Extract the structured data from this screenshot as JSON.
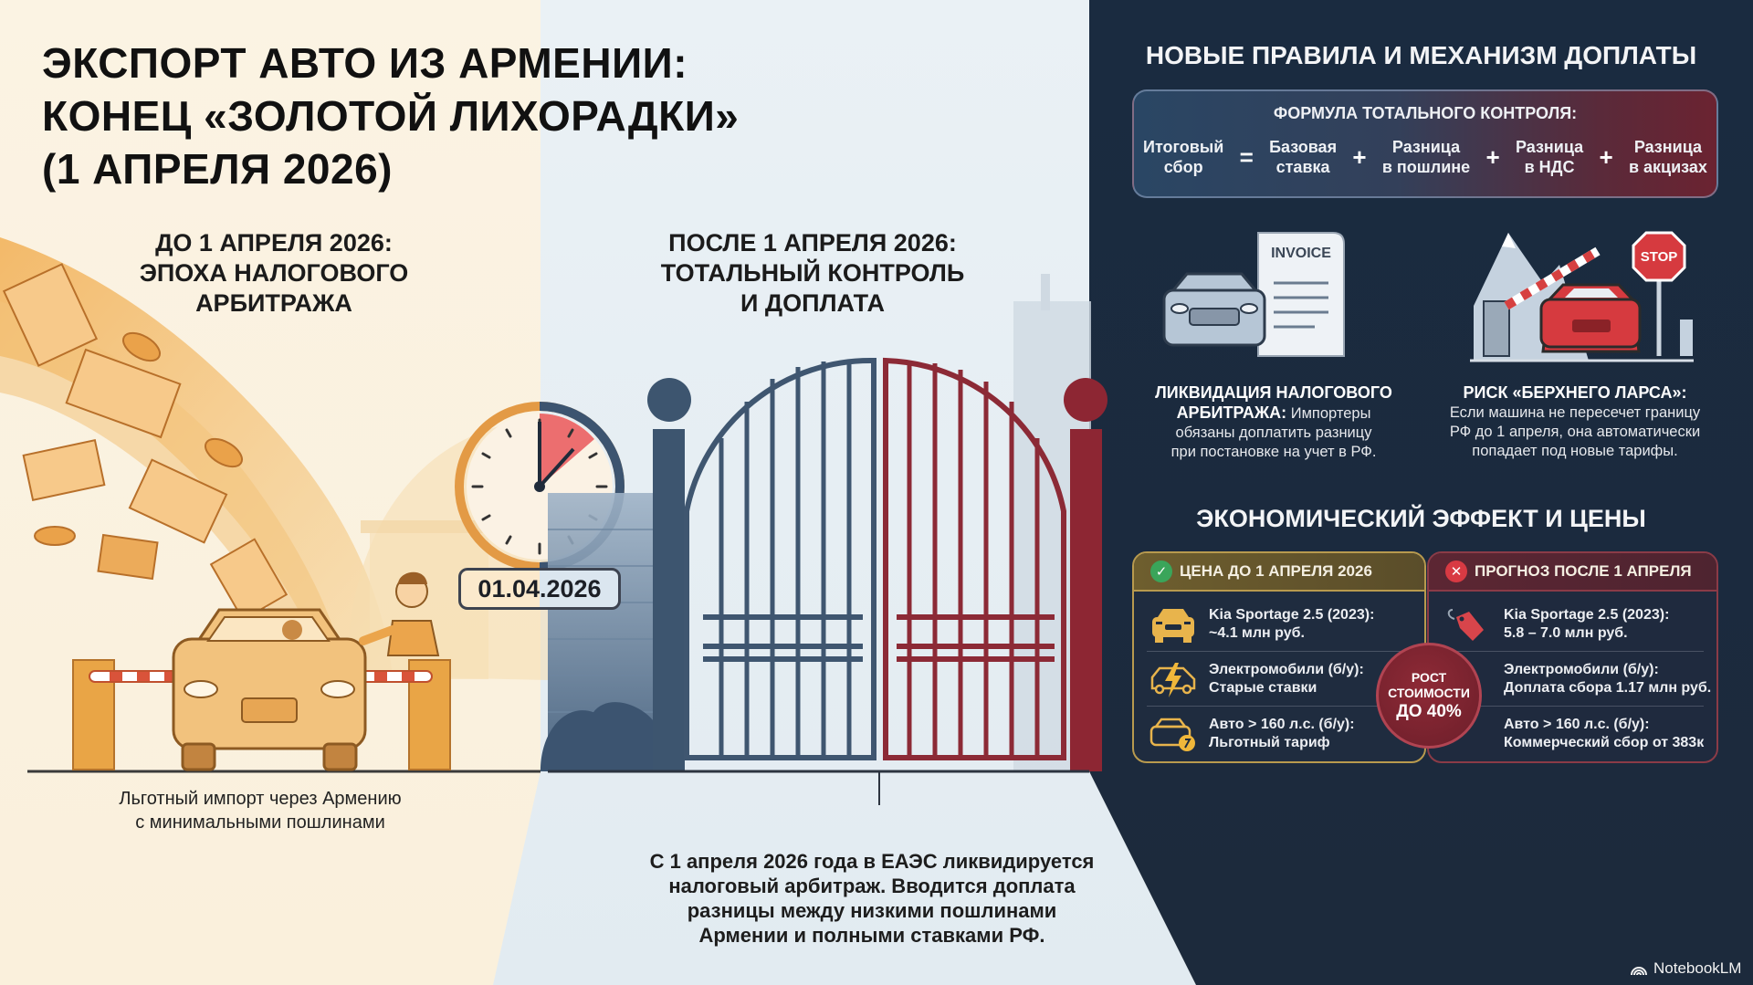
{
  "title": {
    "lines": [
      "ЭКСПОРТ АВТО ИЗ АРМЕНИИ:",
      "КОНЕЦ «ЗОЛОТОЙ ЛИХОРАДКИ»",
      "(1 АПРЕЛЯ 2026)"
    ]
  },
  "before": {
    "heading": [
      "ДО 1 АПРЕЛЯ 2026:",
      "ЭПОХА НАЛОГОВОГО",
      "АРБИТРАЖА"
    ],
    "caption": [
      "Льготный импорт через Армению",
      "с минимальными пошлинами"
    ],
    "illustration": "money-flow-car-barrier"
  },
  "transition": {
    "date": "01.04.2026",
    "clock_icon": "clock-icon"
  },
  "after": {
    "heading": [
      "ПОСЛЕ 1 АПРЕЛЯ 2026:",
      "ТОТАЛЬНЫЙ КОНТРОЛЬ",
      "И ДОПЛАТА"
    ],
    "summary": [
      "С 1 апреля 2026 года в ЕАЭС ликвидируется",
      "налоговый арбитраж. Вводится доплата",
      "разницы между низкими пошлинами",
      "Армении и полными ставками РФ."
    ],
    "illustration": "closed-gate"
  },
  "rules": {
    "heading": "НОВЫЕ ПРАВИЛА И МЕХАНИЗМ ДОПЛАТЫ",
    "formula": {
      "title": "ФОРМУЛА ТОТАЛЬНОГО КОНТРОЛЯ:",
      "terms": [
        [
          "Итоговый",
          "сбор"
        ],
        [
          "Базовая",
          "ставка"
        ],
        [
          "Разница",
          "в пошлине"
        ],
        [
          "Разница",
          "в НДС"
        ],
        [
          "Разница",
          "в акцизах"
        ]
      ],
      "operators": [
        "=",
        "+",
        "+",
        "+"
      ]
    },
    "cards": [
      {
        "icon": "invoice-car-icon",
        "invoice_label": "INVOICE",
        "title": "ЛИКВИДАЦИЯ НАЛОГОВОГО АРБИТРАЖА:",
        "title_line1": "ЛИКВИДАЦИЯ НАЛОГОВОГО",
        "title_line2": "АРБИТРАЖА:",
        "text_inline": "Импортеры",
        "text_lines": [
          "обязаны доплатить разницу",
          "при постановке на учет в РФ."
        ]
      },
      {
        "icon": "border-barrier-stop-icon",
        "stop_label": "STOP",
        "title": "РИСК «БЕРХНЕГО ЛАРСА»:",
        "text_lines": [
          "Если машина не пересечет границу",
          "РФ до 1 апреля, она автоматически",
          "попадает под новые тарифы."
        ]
      }
    ]
  },
  "economics": {
    "heading": "ЭКОНОМИЧЕСКИЙ ЭФФЕКТ И ЦЕНЫ",
    "before_box": {
      "header": "ЦЕНА ДО 1 АПРЕЛЯ 2026",
      "status_icon": "check-icon",
      "accent": "#b89a4e",
      "rows": [
        {
          "icon": "car-front-icon",
          "l1": "Kia Sportage 2.5 (2023):",
          "l2": "~4.1 млн руб."
        },
        {
          "icon": "electric-car-icon",
          "l1": "Электромобили (б/у):",
          "l2": "Старые ставки"
        },
        {
          "icon": "car-discount-icon",
          "l1": "Авто > 160 л.с. (б/у):",
          "l2": "Льготный тариф"
        }
      ]
    },
    "after_box": {
      "header": "ПРОГНОЗ ПОСЛЕ 1 АПРЕЛЯ",
      "status_icon": "cross-icon",
      "accent": "#8b3b47",
      "rows": [
        {
          "icon": "price-tag-icon",
          "l1": "Kia Sportage 2.5 (2023):",
          "l2": "5.8 – 7.0 млн руб."
        },
        {
          "icon": "",
          "l1": "Электромобили (б/у):",
          "l2": "Доплата сбора 1.17 млн руб."
        },
        {
          "icon": "",
          "l1": "Авто > 160 л.с. (б/у):",
          "l2": "Коммерческий сбор от 383к"
        }
      ]
    },
    "badge": [
      "РОСТ",
      "СТОИМОСТИ",
      "ДО 40%"
    ]
  },
  "watermark": "NotebookLM",
  "colors": {
    "left_bg": "#fbf3e3",
    "middle_bg": "#e4edf2",
    "right_bg": "#1b2a3f",
    "orange": "#e9a13e",
    "steel_blue": "#3f5670",
    "crimson": "#8c2a36"
  }
}
